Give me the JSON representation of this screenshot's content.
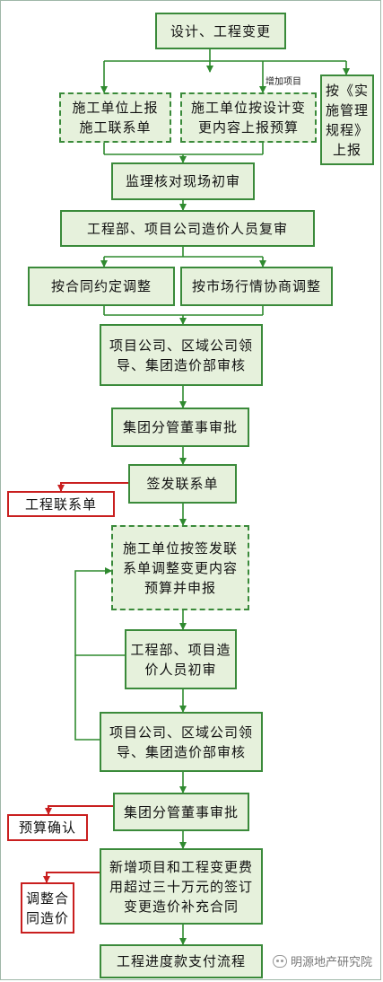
{
  "nodes": {
    "n1": "设计、工程变更",
    "n2": "施工单位上报\n施工联系单",
    "n3": "施工单位按设计变\n更内容上报预算",
    "n4": "按《实\n施管理\n规程》\n上报",
    "n5": "监理核对现场初审",
    "n6": "工程部、项目公司造价人员复审",
    "n7": "按合同约定调整",
    "n8": "按市场行情协商调整",
    "n9": "项目公司、区域公司领\n导、集团造价部审核",
    "n10": "集团分管董事审批",
    "n11": "签发联系单",
    "n12": "工程联系单",
    "n13": "施工单位按签发联\n系单调整变更内容\n预算并申报",
    "n14": "工程部、项目造\n价人员初审",
    "n15": "项目公司、区域公司领\n导、集团造价部审核",
    "n16": "集团分管董事审批",
    "n17": "预算确认",
    "n18": "新增项目和工程变更费\n用超过三十万元的签订\n变更造价补充合同",
    "n19": "调整合\n同造价",
    "n20": "工程进度款支付流程"
  },
  "labels": {
    "add_item": "增加项目"
  },
  "watermark": "明源地产研究院",
  "colors": {
    "box_fill": "#e6f1dc",
    "box_border": "#3a8a3a",
    "arrow_green": "#2f8a2f",
    "arrow_red": "#c91f1f"
  }
}
